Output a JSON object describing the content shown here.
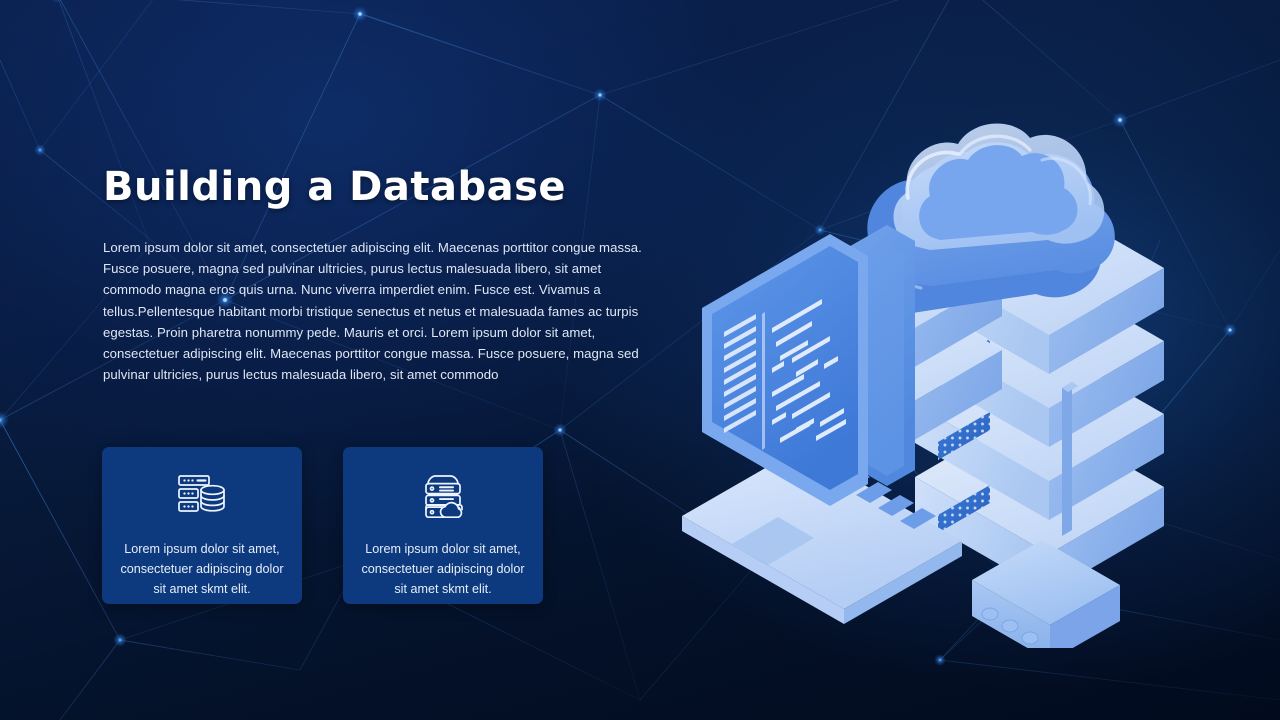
{
  "slide": {
    "title": "Building a Database",
    "body": "Lorem ipsum dolor sit amet, consectetuer adipiscing elit. Maecenas porttitor congue massa. Fusce posuere, magna sed pulvinar ultricies, purus lectus malesuada libero, sit amet commodo magna eros quis urna. Nunc viverra imperdiet enim. Fusce est. Vivamus a tellus.Pellentesque habitant morbi tristique senectus et netus et malesuada fames ac turpis egestas. Proin pharetra nonummy pede. Mauris et orci. Lorem ipsum dolor sit amet, consectetuer adipiscing elit. Maecenas porttitor congue massa. Fusce posuere, magna sed pulvinar ultricies, purus lectus malesuada libero, sit amet commodo"
  },
  "cards": [
    {
      "icon": "database-server-icon",
      "text": "Lorem ipsum dolor sit amet, consectetuer adipiscing dolor sit amet skmt elit."
    },
    {
      "icon": "cloud-server-icon",
      "text": "Lorem ipsum dolor sit amet, consectetuer adipiscing dolor sit amet skmt elit."
    }
  ],
  "illustration": {
    "name": "isometric-cloud-database-illustration",
    "elements": [
      "cloud",
      "server-stack-left",
      "server-stack-right",
      "laptop-with-code",
      "monitor",
      "router-with-antenna"
    ]
  },
  "colors": {
    "background_top": "#0c2452",
    "background_bottom": "#020b1e",
    "card_background": "#0d3a7e",
    "title_text": "#ffffff",
    "body_text": "#dfe7f4",
    "accent_blue": "#4a90e8",
    "illustration_light": "#c7dbf7",
    "illustration_mid": "#8fb8ee",
    "illustration_deep": "#3f7fd8"
  }
}
